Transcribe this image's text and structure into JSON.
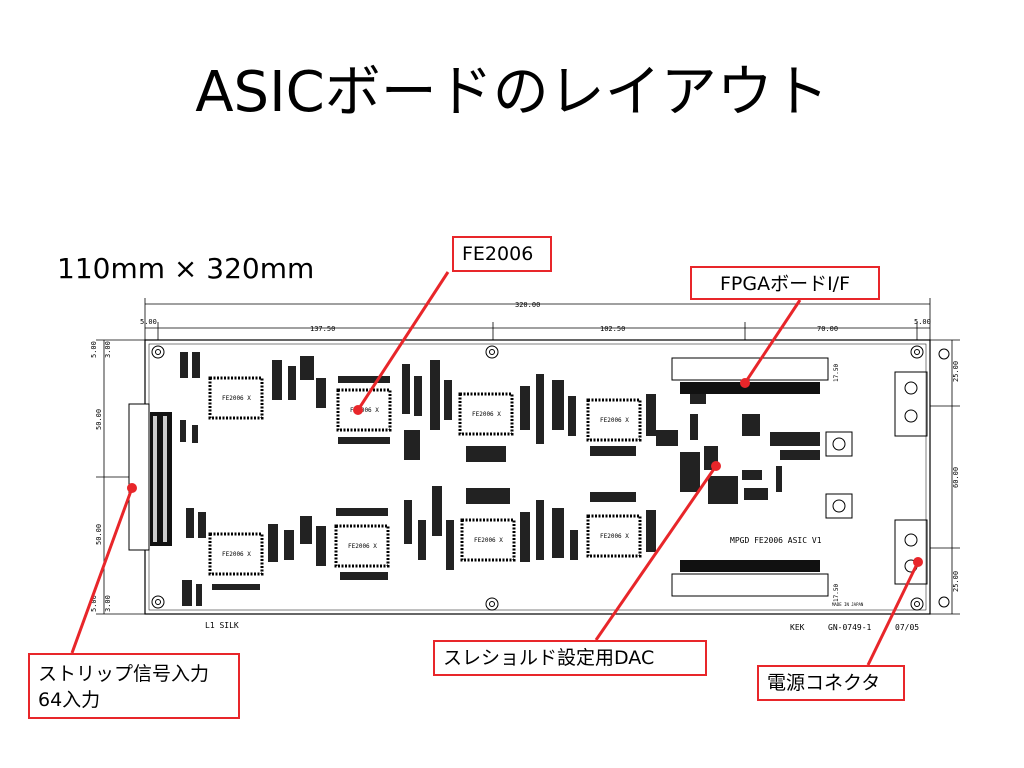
{
  "title": "ASICボードのレイアウト",
  "dimensions": "110mm × 320mm",
  "callouts": {
    "fe2006": "FE2006",
    "fpga": "FPGAボードI/F",
    "dac": "スレショルド設定用DAC",
    "strip_line1": "ストリップ信号入力",
    "strip_line2": "64入力",
    "power": "電源コネクタ"
  },
  "drawing": {
    "dim_total": "320.00",
    "dim_left_margin": "5.00",
    "dim_seg1": "137.50",
    "dim_seg2": "102.50",
    "dim_seg3": "70.00",
    "dim_right_margin": "5.00",
    "dim_left_top1": "5.00",
    "dim_left_top2": "3.00",
    "dim_left_mid1": "50.00",
    "dim_left_mid2": "50.00",
    "dim_left_bot1": "5.00",
    "dim_left_bot2": "3.00",
    "dim_right_top": "25.00",
    "dim_right_mid": "60.00",
    "dim_right_bot": "25.00",
    "dim_fpga_top": "17.50",
    "dim_fpga_bot": "17.50",
    "chip_label": "FE2006 X",
    "board_name": "MPGD FE2006 ASIC  V1",
    "silk_label": "L1 SILK",
    "maker": "KEK",
    "part_number": "GN-0749-1",
    "date": "07/05",
    "made_in": "MADE IN JAPAN"
  }
}
